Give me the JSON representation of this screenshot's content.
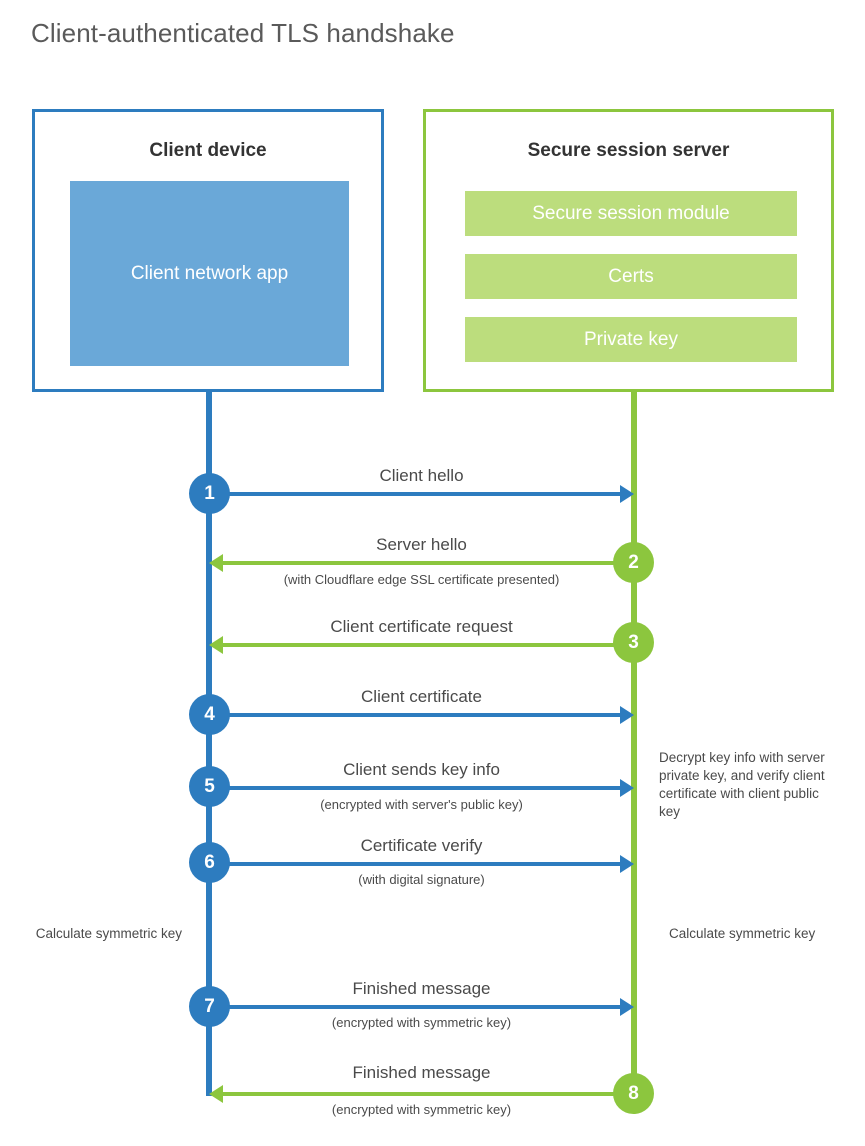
{
  "page": {
    "title": "Client-authenticated TLS handshake"
  },
  "colors": {
    "client_blue": "#2d7cbf",
    "client_app_fill": "#6aa8d8",
    "server_green": "#8cc63e",
    "server_bar_fill": "#bcdd7d",
    "text": "#4a4a4a",
    "heading": "#333333"
  },
  "client": {
    "title": "Client device",
    "app_label": "Client network app"
  },
  "server": {
    "title": "Secure session server",
    "components": [
      "Secure session module",
      "Certs",
      "Private key"
    ]
  },
  "steps": [
    {
      "number": "1",
      "label": "Client hello",
      "sublabel": "",
      "direction": "client-to-server",
      "color": "blue"
    },
    {
      "number": "2",
      "label": "Server hello",
      "sublabel": "(with Cloudflare edge SSL certificate presented)",
      "direction": "server-to-client",
      "color": "green"
    },
    {
      "number": "3",
      "label": "Client certificate request",
      "sublabel": "",
      "direction": "server-to-client",
      "color": "green"
    },
    {
      "number": "4",
      "label": "Client certificate",
      "sublabel": "",
      "direction": "client-to-server",
      "color": "blue"
    },
    {
      "number": "5",
      "label": "Client sends key info",
      "sublabel": "(encrypted with server's public key)",
      "direction": "client-to-server",
      "color": "blue"
    },
    {
      "number": "6",
      "label": "Certificate verify",
      "sublabel": "(with digital signature)",
      "direction": "client-to-server",
      "color": "blue"
    },
    {
      "number": "7",
      "label": "Finished message",
      "sublabel": "(encrypted with symmetric key)",
      "direction": "client-to-server",
      "color": "blue"
    },
    {
      "number": "8",
      "label": "Finished message",
      "sublabel": "(encrypted with symmetric key)",
      "direction": "server-to-client",
      "color": "green"
    }
  ],
  "annotations": {
    "decrypt_note": "Decrypt key info with server private key, and verify client certificate with client public key",
    "calculate_symmetric_key_client": "Calculate symmetric key",
    "calculate_symmetric_key_server": "Calculate symmetric key"
  }
}
